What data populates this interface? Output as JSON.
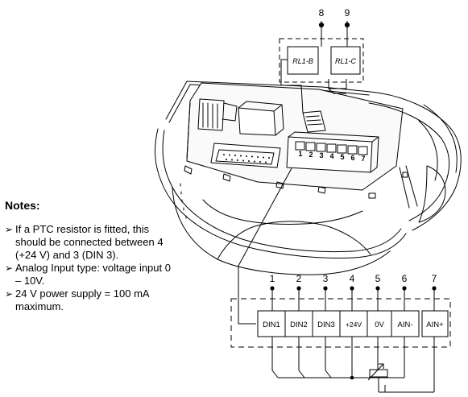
{
  "notes": {
    "title": "Notes:",
    "items": [
      "If a PTC resistor is fitted, this should be connected between 4 (+24 V) and 3 (DIN 3).",
      "Analog Input type: voltage input 0 – 10V.",
      "24 V power supply = 100 mA maximum."
    ]
  },
  "relay": {
    "pins": [
      "8",
      "9"
    ],
    "labels": [
      "RL1-B",
      "RL1-C"
    ]
  },
  "terminal_block": {
    "pin_numbers": [
      "1",
      "2",
      "3",
      "4",
      "5",
      "6",
      "7"
    ],
    "labels": [
      "DIN1",
      "DIN2",
      "DIN3",
      "+24V",
      "0V",
      "AIN-",
      "AIN+"
    ]
  },
  "connector_digits": [
    "1",
    "2",
    "3",
    "4",
    "5",
    "6",
    "7"
  ],
  "colors": {
    "line": "#000000",
    "background": "#ffffff"
  }
}
